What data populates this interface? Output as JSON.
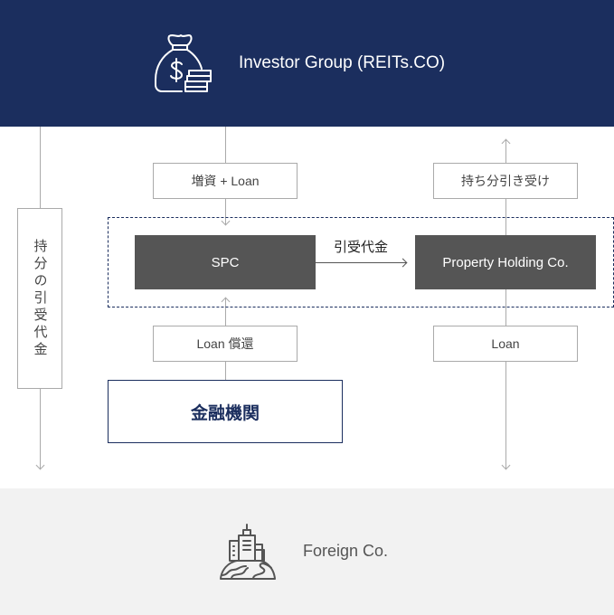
{
  "colors": {
    "navy": "#1b2e5e",
    "dark_box": "#555555",
    "line_gray": "#aaaaaa",
    "bottom_band": "#f2f2f2"
  },
  "investor": {
    "title": "Investor Group (REITs.CO)",
    "icon": "money-bag-icon"
  },
  "foreign": {
    "title": "Foreign Co.",
    "icon": "city-globe-icon"
  },
  "flows": {
    "capital_plus_loan": "増資 + Loan",
    "equity_takeover": "持ち分引き受け",
    "equity_payment_vertical": "持分の引受代金",
    "transfer_payment": "引受代金",
    "loan_repayment": "Loan 償還",
    "loan": "Loan"
  },
  "entities": {
    "spc": "SPC",
    "property_holding": "Property Holding Co.",
    "financial_institution": "金融機関"
  }
}
